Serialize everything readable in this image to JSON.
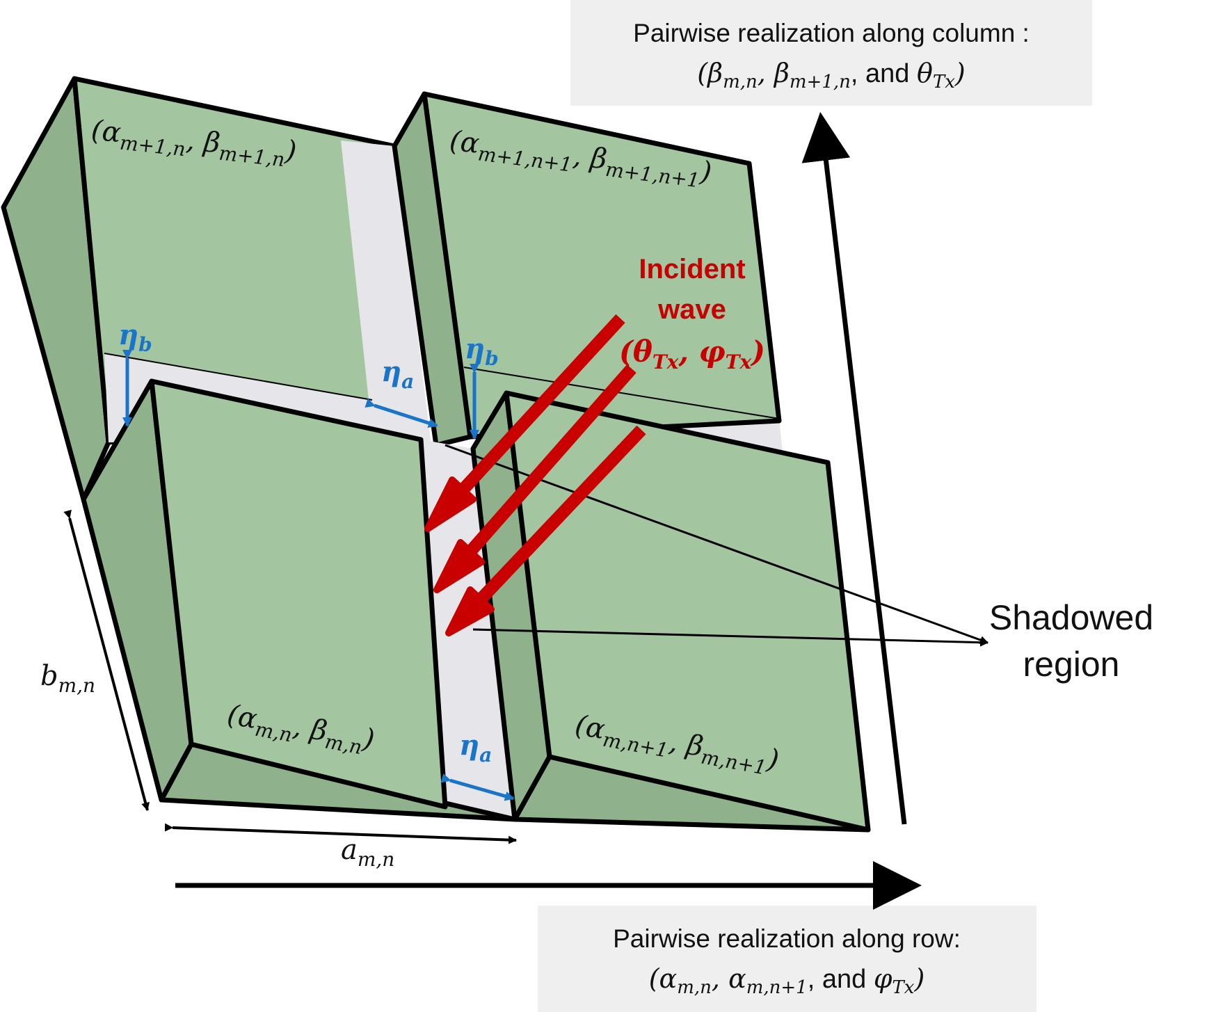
{
  "colors": {
    "face": "#a3c6a1",
    "side": "#8fb28c",
    "gap": "#e6e6ea",
    "outline": "#000000",
    "caption_bg": "#efefef",
    "incident": "#c80000",
    "eta": "#1a75c8"
  },
  "captions": {
    "column_line1": "Pairwise realization along column :",
    "column_line2_open": "(",
    "column_beta1": "β",
    "column_beta1_sub": "m,n",
    "column_sep1": ", ",
    "column_beta2": "β",
    "column_beta2_sub": "m+1,n",
    "column_and": ", and ",
    "column_theta": "θ",
    "column_theta_sub": "Tx",
    "column_close": ")",
    "row_line1": "Pairwise realization along row:",
    "row_line2_open": "(",
    "row_alpha1": "α",
    "row_alpha1_sub": "m,n",
    "row_sep1": ", ",
    "row_alpha2": "α",
    "row_alpha2_sub": "m,n+1",
    "row_and": ", and ",
    "row_phi": "φ",
    "row_phi_sub": "Tx",
    "row_close": ")"
  },
  "elements": {
    "top_left": {
      "open": "(",
      "a": "α",
      "a_sub": "m+1,n",
      "sep": ", ",
      "b": "β",
      "b_sub": "m+1,n",
      "close": ")"
    },
    "top_right": {
      "open": "(",
      "a": "α",
      "a_sub": "m+1,n+1",
      "sep": ", ",
      "b": "β",
      "b_sub": "m+1,n+1",
      "close": ")"
    },
    "bottom_left": {
      "open": "(",
      "a": "α",
      "a_sub": "m,n",
      "sep": ", ",
      "b": "β",
      "b_sub": "m,n",
      "close": ")"
    },
    "bottom_right": {
      "open": "(",
      "a": "α",
      "a_sub": "m,n+1",
      "sep": ", ",
      "b": "β",
      "b_sub": "m,n+1",
      "close": ")"
    }
  },
  "incident": {
    "line1": "Incident",
    "line2": "wave",
    "open": "(",
    "theta": "θ",
    "theta_sub": "Tx",
    "sep": ", ",
    "phi": "φ",
    "phi_sub": "Tx",
    "close": ")"
  },
  "shadow": {
    "line1": "Shadowed",
    "line2": "region"
  },
  "eta": {
    "symbol": "η",
    "a_sub": "a",
    "b_sub": "b"
  },
  "dims": {
    "a_sym": "a",
    "a_sub": "m,n",
    "b_sym": "b",
    "b_sub": "m,n"
  }
}
